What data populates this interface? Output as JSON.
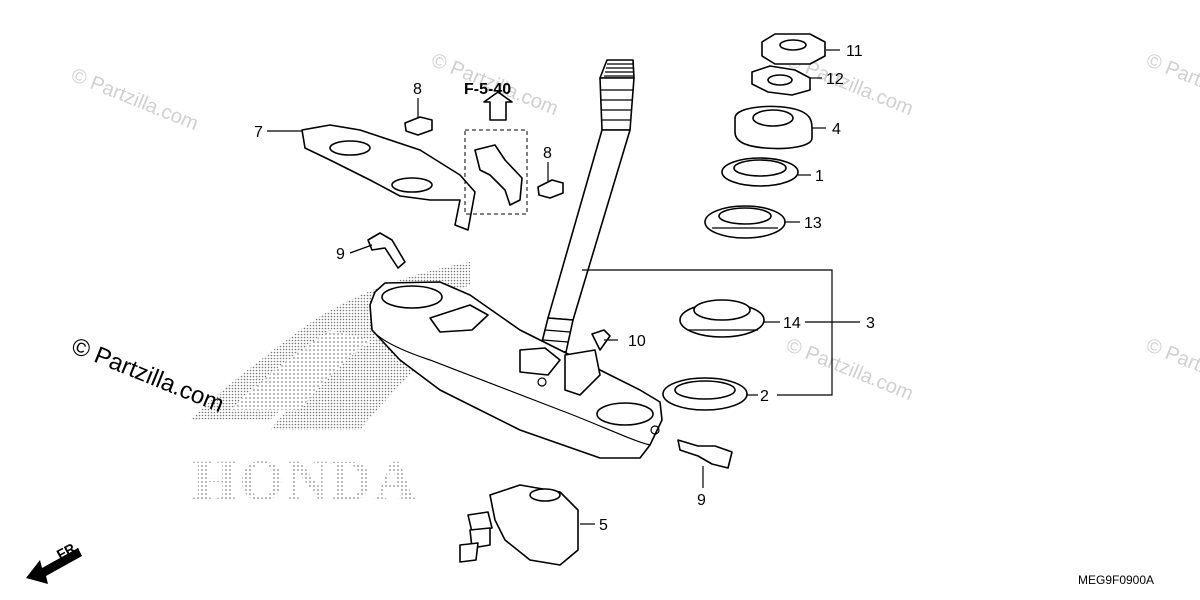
{
  "diagram": {
    "reference": "F-5-40",
    "diagram_code": "MEG9F0900A",
    "front_label": "FR.",
    "brand": "HONDA",
    "watermark": "© Partzilla.com",
    "watermark_main": "© Partzilla.com",
    "callouts": {
      "c1": "1",
      "c2": "2",
      "c3": "3",
      "c4": "4",
      "c5": "5",
      "c7": "7",
      "c8a": "8",
      "c8b": "8",
      "c9a": "9",
      "c9b": "9",
      "c10": "10",
      "c11": "11",
      "c12": "12",
      "c13": "13",
      "c14": "14"
    },
    "colors": {
      "ink": "#000000",
      "paper": "#ffffff",
      "watermark": "#d0d0d0"
    }
  }
}
